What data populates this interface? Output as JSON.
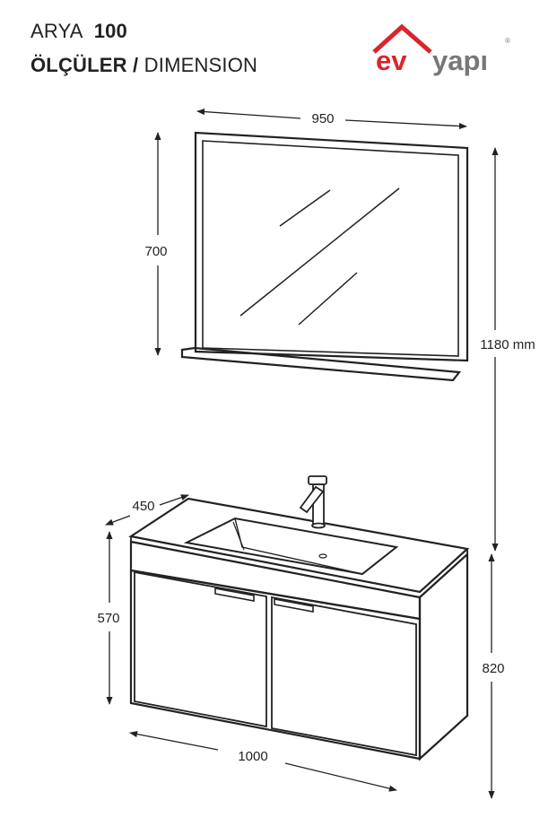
{
  "header": {
    "model_name": "ARYA",
    "model_number": "100",
    "dimensions_label_tr": "ÖLÇÜLER /",
    "dimensions_label_en": "DIMENSION"
  },
  "brand": {
    "logo_left": "ev",
    "logo_right": "yapı",
    "registered_mark": "®",
    "color_red": "#d8262b",
    "color_gray": "#777777"
  },
  "dimensions": {
    "mirror_width": "950",
    "mirror_height": "700",
    "total_height": "1180 mm",
    "cabinet_depth": "450",
    "cabinet_height": "570",
    "floor_height": "820",
    "cabinet_width": "1000"
  }
}
